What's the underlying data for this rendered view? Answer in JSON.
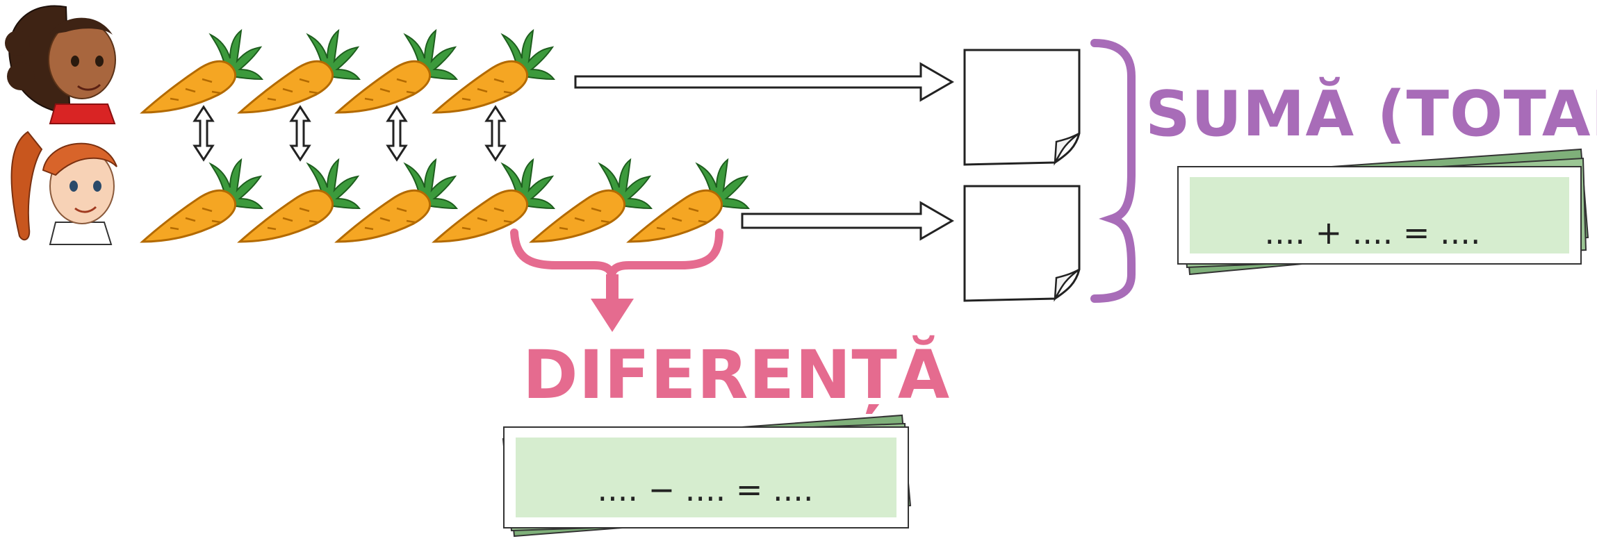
{
  "colors": {
    "carrot_body": "#F5A623",
    "carrot_outline": "#B36A00",
    "carrot_leaves": "#3C9A3C",
    "sum_accent": "#A86CB8",
    "diff_accent": "#E56B8F",
    "card_green": "#D6EDCF",
    "card_shadow": "#7FB07A"
  },
  "people": [
    {
      "name": "girl-dark-hair",
      "carrots": 4
    },
    {
      "name": "girl-red-hair",
      "carrots": 6
    }
  ],
  "sum": {
    "title": "SUMĂ (TOTAL)",
    "formula": ".... + .... = ...."
  },
  "difference": {
    "title": "DIFERENȚĂ",
    "formula": ".... − .... = ...."
  },
  "icons": [
    "carrot-icon",
    "double-arrow-icon",
    "right-arrow-icon",
    "blank-note-icon",
    "purple-brace-icon",
    "pink-brace-icon",
    "down-arrow-icon"
  ]
}
